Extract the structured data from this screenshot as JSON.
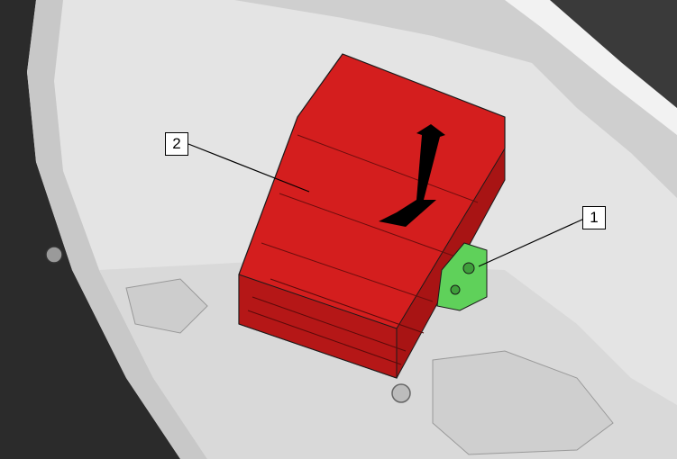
{
  "callouts": [
    {
      "id": "1",
      "label": "1",
      "part": "bracket"
    },
    {
      "id": "2",
      "label": "2",
      "part": "module"
    }
  ],
  "colors": {
    "highlight_module": "#d41e1e",
    "highlight_bracket": "#5fd15a",
    "housing_light": "#e9e9e9",
    "housing_shadow": "#bdbdbd",
    "trim_dark": "#2b2b2b",
    "outline": "#000000"
  },
  "icons": [
    "removal-direction-arrow-icon"
  ]
}
